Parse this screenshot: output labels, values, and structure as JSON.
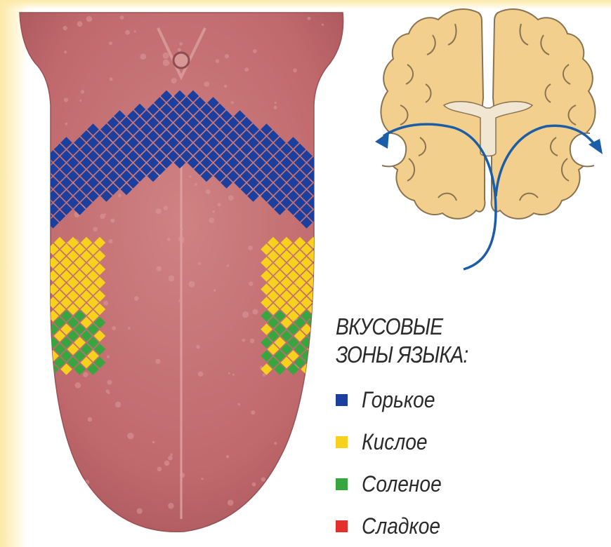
{
  "colors": {
    "background": "#ffffff",
    "tongue": "#c9777a",
    "tongue_dark": "#a95a5e",
    "brain_fill": "#f2cf8c",
    "brain_stroke": "#8a7350",
    "ventricle": "#f1e6d2",
    "nerve_path": "#1c5da8",
    "text": "#2b2b2b"
  },
  "legend": {
    "title_line1": "ВКУСОВЫЕ",
    "title_line2": "ЗОНЫ ЯЗЫКА:",
    "items": [
      {
        "label": "Горькое",
        "color": "#1a3f9e"
      },
      {
        "label": "Кислое",
        "color": "#f6d21c"
      },
      {
        "label": "Соленое",
        "color": "#38a63e"
      },
      {
        "label": "Сладкое",
        "color": "#e3302c"
      }
    ]
  }
}
